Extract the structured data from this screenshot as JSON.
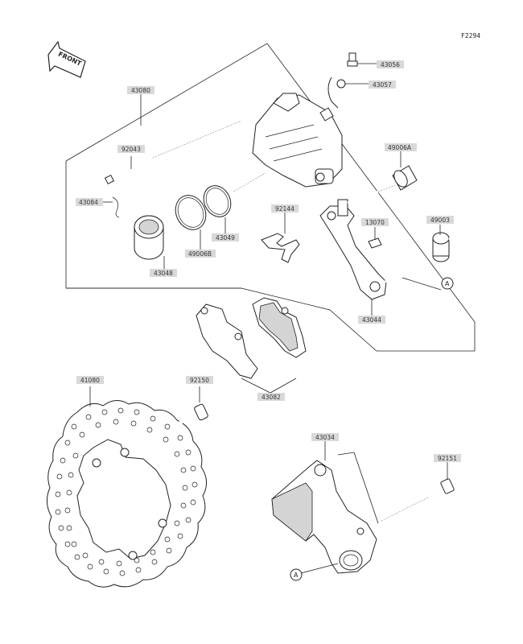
{
  "figure_code": "F2294",
  "front_label": "FRONT",
  "labels": {
    "l43056": "43056",
    "l43057": "43057",
    "l43080": "43080",
    "l92043": "92043",
    "l43084": "43084",
    "l43049": "43049",
    "l49006B": "49006B",
    "l43048": "43048",
    "l92144": "92144",
    "l49006A": "49006A",
    "l13070": "13070",
    "l49003": "49003",
    "l43044": "43044",
    "l43082": "43082",
    "l41080": "41080",
    "l92150": "92150",
    "l43034": "43034",
    "l92151": "92151"
  },
  "refs": {
    "a1": "A",
    "a2": "A"
  },
  "colors": {
    "label_bg": "#d9d9d9",
    "line": "#222222"
  }
}
